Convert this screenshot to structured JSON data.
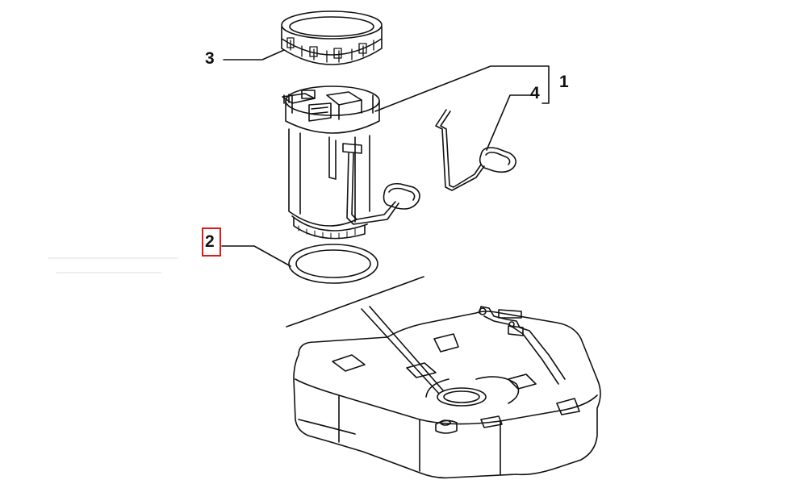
{
  "diagram": {
    "callouts": [
      {
        "id": "3",
        "label": "3"
      },
      {
        "id": "4",
        "label": "4"
      },
      {
        "id": "1",
        "label": "1"
      },
      {
        "id": "2",
        "label": "2"
      }
    ],
    "highlighted_callout": "2",
    "colors": {
      "line": "#111111",
      "highlight": "#e01a1a",
      "background": "#ffffff"
    }
  }
}
